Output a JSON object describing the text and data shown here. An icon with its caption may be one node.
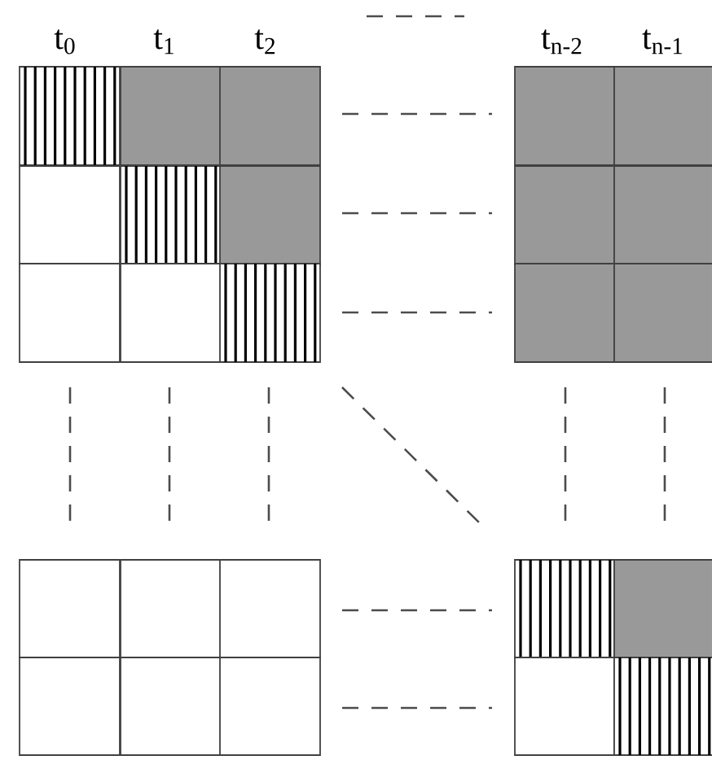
{
  "diagram": {
    "labels": [
      "t$_{0}$",
      "t$_{1}$",
      "t$_{2}$",
      "t$_{n-2}$",
      "t$_{n-1}$"
    ]
  }
}
